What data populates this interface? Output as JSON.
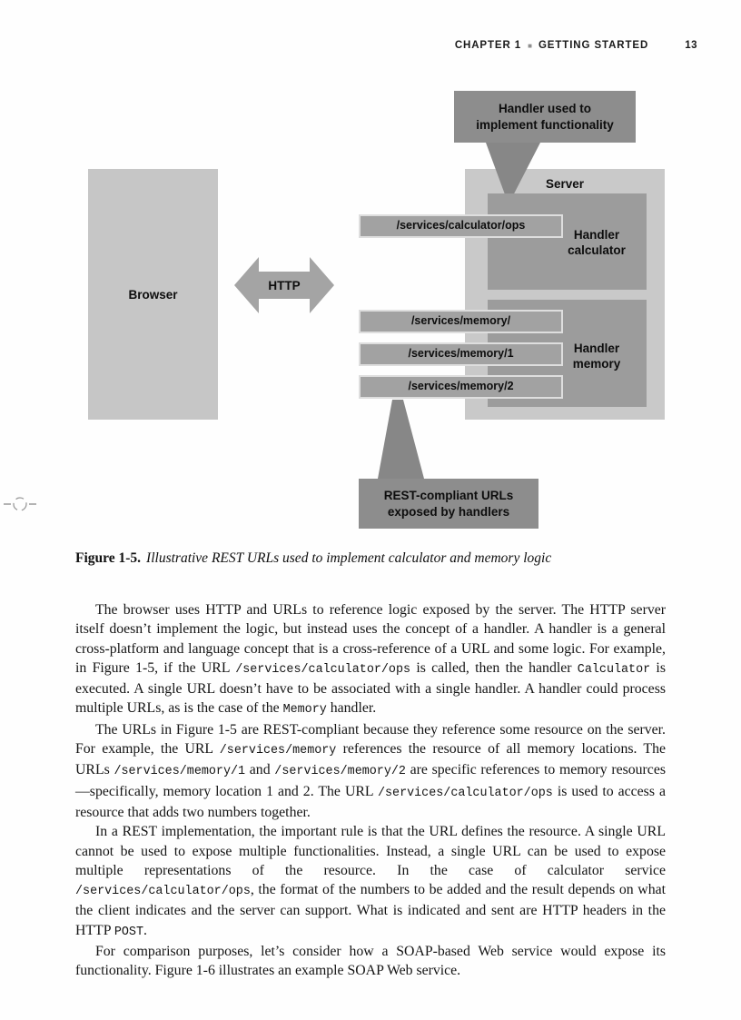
{
  "header": {
    "chapter": "CHAPTER 1",
    "separator": "■",
    "title": "GETTING STARTED",
    "page_number": "13"
  },
  "diagram": {
    "top_callout_line1": "Handler used to",
    "top_callout_line2": "implement functionality",
    "server_label": "Server",
    "browser_label": "Browser",
    "http_label": "HTTP",
    "handler_calculator_line1": "Handler",
    "handler_calculator_line2": "calculator",
    "handler_memory_line1": "Handler",
    "handler_memory_line2": "memory",
    "url_calculator": "/services/calculator/ops",
    "url_memory_root": "/services/memory/",
    "url_memory_1": "/services/memory/1",
    "url_memory_2": "/services/memory/2",
    "bottom_callout_line1": "REST-compliant URLs",
    "bottom_callout_line2": "exposed by handlers"
  },
  "figure": {
    "caption_label": "Figure 1-5.",
    "caption_text": "Illustrative REST URLs used to implement calculator and memory logic"
  },
  "body": {
    "paragraphs": [
      {
        "segments": [
          {
            "type": "text",
            "text": "The browser uses HTTP and URLs to reference logic exposed by the server. The HTTP server itself doesn’t implement the logic, but instead uses the concept of a handler. A handler is a general cross-platform and language concept that is a cross-reference of a URL and some logic. For example, in Figure 1-5, if the URL "
          },
          {
            "type": "code",
            "text": "/services/calculator/ops"
          },
          {
            "type": "text",
            "text": " is called, then the handler "
          },
          {
            "type": "code",
            "text": "Calculator"
          },
          {
            "type": "text",
            "text": " is executed. A single URL doesn’t have to be associated with a single handler. A handler could process multiple URLs, as is the case of the "
          },
          {
            "type": "code",
            "text": "Memory"
          },
          {
            "type": "text",
            "text": " handler."
          }
        ]
      },
      {
        "segments": [
          {
            "type": "text",
            "text": "The URLs in Figure 1-5 are REST-compliant because they reference some resource on the server. For example, the URL "
          },
          {
            "type": "code",
            "text": "/services/memory"
          },
          {
            "type": "text",
            "text": " references the resource of all memory locations. The URLs "
          },
          {
            "type": "code",
            "text": "/services/memory/1"
          },
          {
            "type": "text",
            "text": " and "
          },
          {
            "type": "code",
            "text": "/services/memory/2"
          },
          {
            "type": "text",
            "text": " are specific references to memory resources—specifically, memory location 1 and 2. The URL "
          },
          {
            "type": "code",
            "text": "/services/calculator/ops"
          },
          {
            "type": "text",
            "text": " is used to access a resource that adds two numbers together."
          }
        ]
      },
      {
        "segments": [
          {
            "type": "text",
            "text": "In a REST implementation, the important rule is that the URL defines the resource. A single URL cannot be used to expose multiple functionalities. Instead, a single URL can be used to expose multiple representations of the resource. In the case of calculator service "
          },
          {
            "type": "code",
            "text": "/services/calculator/ops"
          },
          {
            "type": "text",
            "text": ", the format of the numbers to be added and the result depends on what the client indicates and the server can support. What is indicated and sent are HTTP headers in the HTTP "
          },
          {
            "type": "code",
            "text": "POST"
          },
          {
            "type": "text",
            "text": "."
          }
        ]
      },
      {
        "segments": [
          {
            "type": "text",
            "text": "For comparison purposes, let’s consider how a SOAP-based Web service would expose its functionality. Figure 1-6 illustrates an example SOAP Web service."
          }
        ]
      }
    ]
  }
}
